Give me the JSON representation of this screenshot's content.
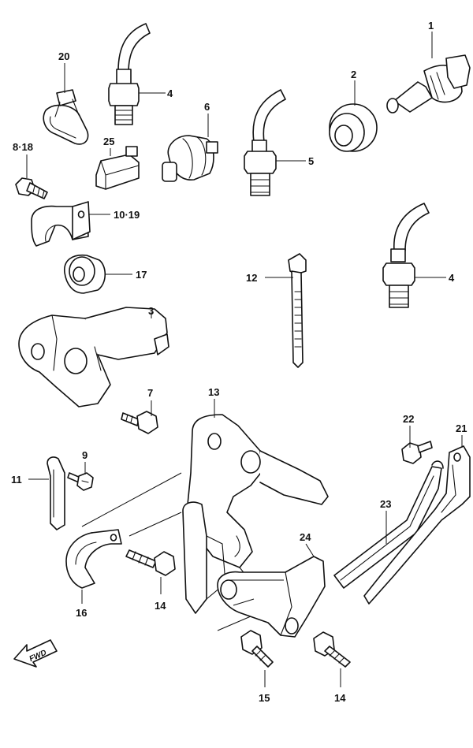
{
  "callouts": [
    {
      "id": "c1",
      "text": "1"
    },
    {
      "id": "c2",
      "text": "2"
    },
    {
      "id": "c3",
      "text": "3"
    },
    {
      "id": "c4a",
      "text": "4"
    },
    {
      "id": "c4b",
      "text": "4"
    },
    {
      "id": "c5",
      "text": "5"
    },
    {
      "id": "c6",
      "text": "6"
    },
    {
      "id": "c7",
      "text": "7"
    },
    {
      "id": "c818",
      "text": "8·18"
    },
    {
      "id": "c9",
      "text": "9"
    },
    {
      "id": "c1019",
      "text": "10·19"
    },
    {
      "id": "c11",
      "text": "11"
    },
    {
      "id": "c12",
      "text": "12"
    },
    {
      "id": "c13",
      "text": "13"
    },
    {
      "id": "c14a",
      "text": "14"
    },
    {
      "id": "c14b",
      "text": "14"
    },
    {
      "id": "c15",
      "text": "15"
    },
    {
      "id": "c16",
      "text": "16"
    },
    {
      "id": "c17",
      "text": "17"
    },
    {
      "id": "c20",
      "text": "20"
    },
    {
      "id": "c21",
      "text": "21"
    },
    {
      "id": "c22",
      "text": "22"
    },
    {
      "id": "c23",
      "text": "23"
    },
    {
      "id": "c24",
      "text": "24"
    },
    {
      "id": "c25",
      "text": "25"
    }
  ],
  "direction_indicator": {
    "text": "FWD"
  }
}
